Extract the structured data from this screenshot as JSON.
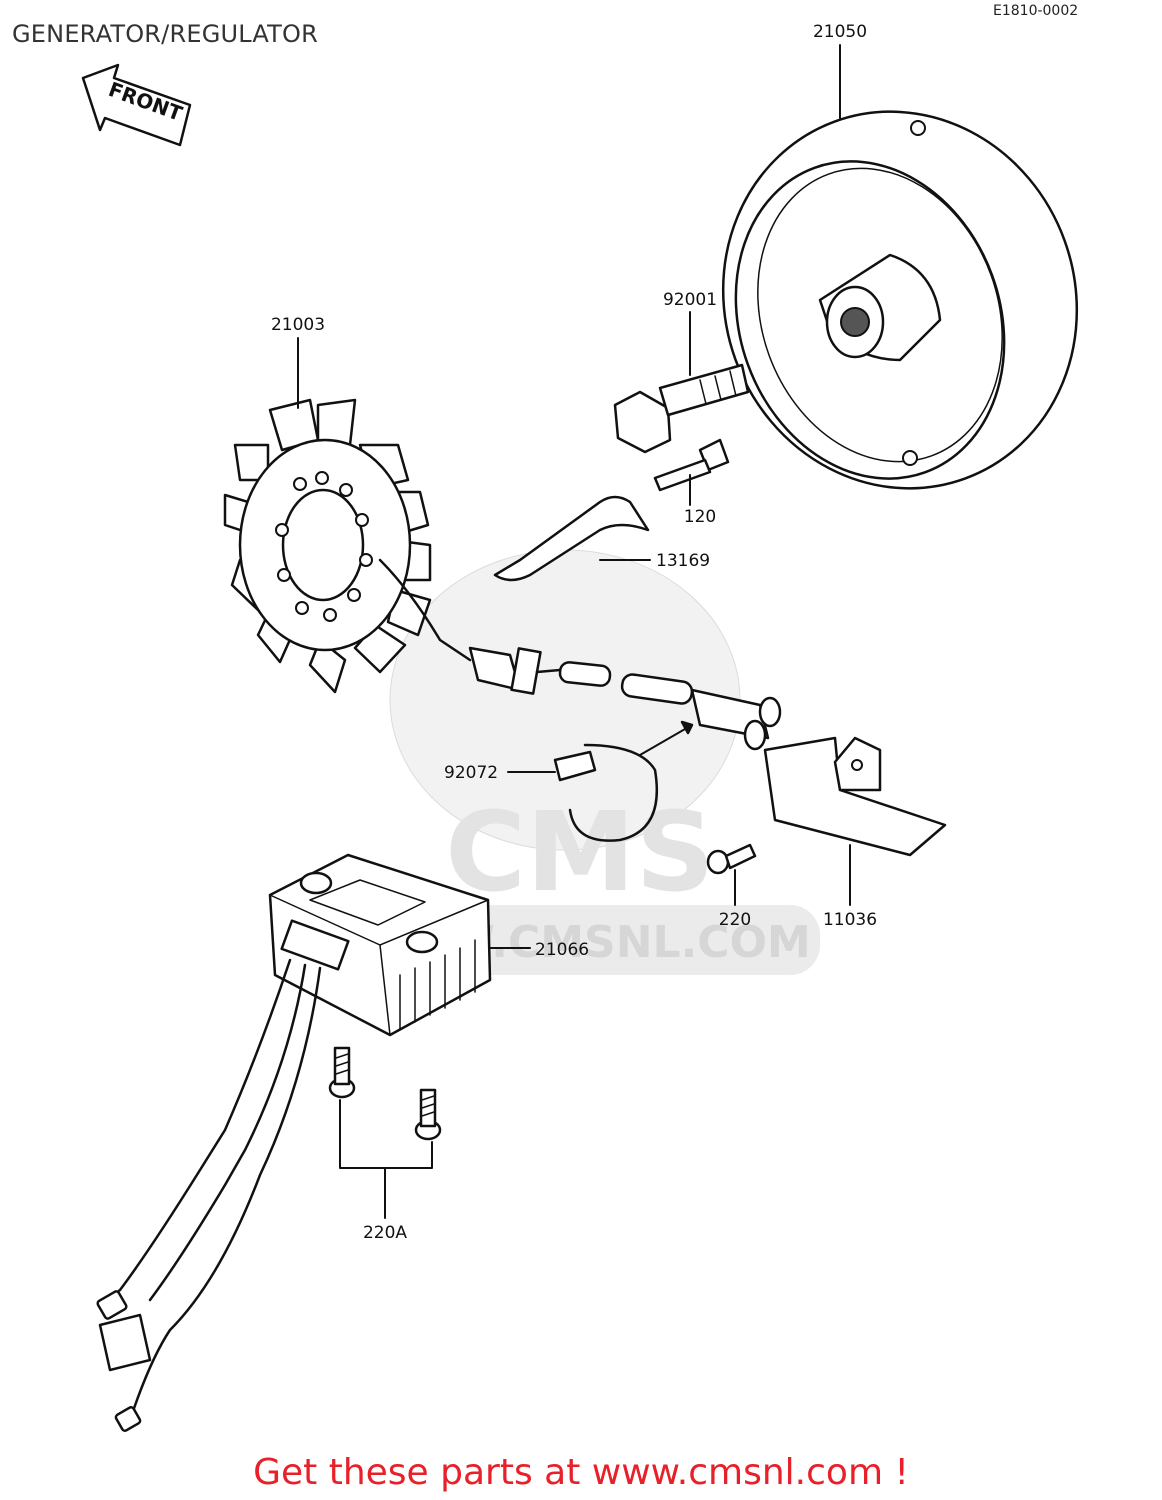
{
  "page": {
    "title": "GENERATOR/REGULATOR",
    "diagram_code": "E1810-0002",
    "footer": "Get these parts at www.cmsnl.com !"
  },
  "front_arrow": {
    "label": "FRONT"
  },
  "watermark": {
    "brand": "CMS",
    "url": "WWW.CMSNL.COM"
  },
  "parts": [
    {
      "id": "p21050",
      "number": "21050",
      "name": "rotor"
    },
    {
      "id": "p21003",
      "number": "21003",
      "name": "stator"
    },
    {
      "id": "p92001",
      "number": "92001",
      "name": "bolt"
    },
    {
      "id": "p120",
      "number": "120",
      "name": "screw"
    },
    {
      "id": "p13169",
      "number": "13169",
      "name": "plate"
    },
    {
      "id": "p92072",
      "number": "92072",
      "name": "band"
    },
    {
      "id": "p11036",
      "number": "11036",
      "name": "bracket"
    },
    {
      "id": "p220",
      "number": "220",
      "name": "screw"
    },
    {
      "id": "p21066",
      "number": "21066",
      "name": "regulator"
    },
    {
      "id": "p220A",
      "number": "220A",
      "name": "screws"
    }
  ]
}
